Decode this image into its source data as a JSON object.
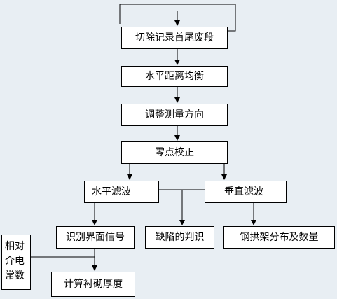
{
  "nodes": {
    "cut_records": "切除记录首尾废段",
    "horizontal_equalize": "水平距离均衡",
    "adjust_direction": "调整测量方向",
    "zero_correction": "零点校正",
    "horizontal_filter": "水平滤波",
    "vertical_filter": "垂直滤波",
    "identify_interface": "识别界面信号",
    "defect_judgement": "缺陷的判识",
    "steel_arch": "钢拱架分布及数量",
    "lining_thickness": "计算衬砌厚度"
  },
  "side_input": {
    "lines": [
      "相对",
      "介电",
      "常数"
    ]
  },
  "colors": {
    "background": "#e8eef3",
    "box_fill": "#ffffff",
    "stroke": "#000000"
  }
}
